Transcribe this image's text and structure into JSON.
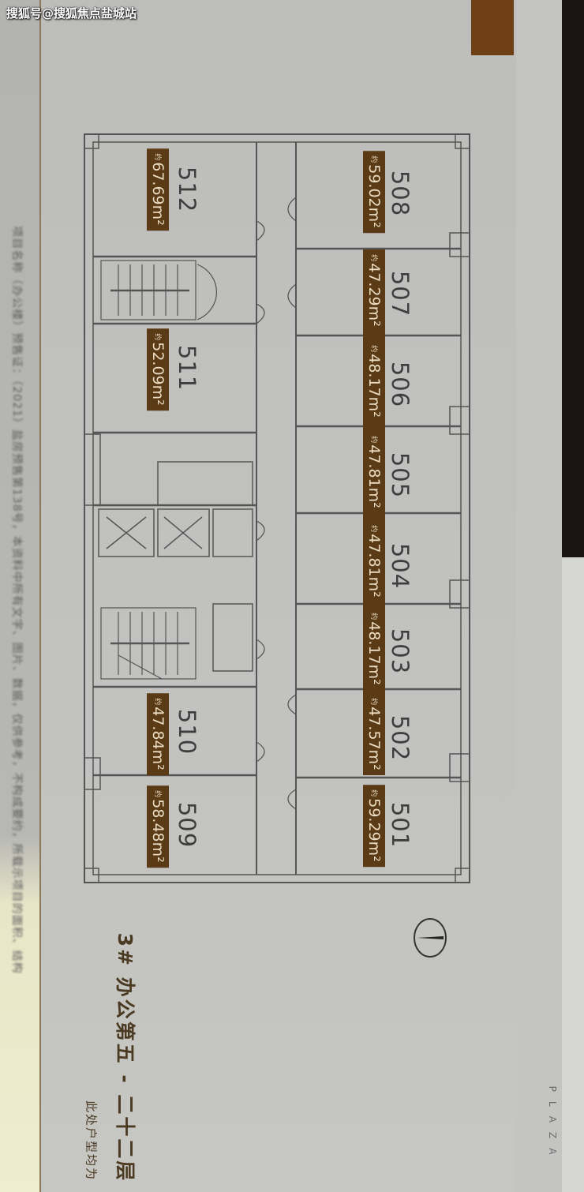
{
  "watermark": "搜狐号@搜狐焦点盐城站",
  "disclaimer": "项目名称（办公楼）预售证：（2021）盐房预售第138号，本资料中所有文字、图片、数据，仅供参考，不构成要约，所载示项目的面积、结构",
  "brand": "PLAZA",
  "floorplan": {
    "title": "3# 办公第五 - 二十二层",
    "subtitle": "此处户型均为",
    "area_prefix": "约",
    "units": [
      {
        "id": "508",
        "area": "59.02m²"
      },
      {
        "id": "507",
        "area": "47.29m²"
      },
      {
        "id": "506",
        "area": "48.17m²"
      },
      {
        "id": "505",
        "area": "47.81m²"
      },
      {
        "id": "504",
        "area": "47.81m²"
      },
      {
        "id": "503",
        "area": "48.17m²"
      },
      {
        "id": "502",
        "area": "47.57m²"
      },
      {
        "id": "501",
        "area": "59.29m²"
      },
      {
        "id": "512",
        "area": "67.69m²"
      },
      {
        "id": "511",
        "area": "52.09m²"
      },
      {
        "id": "510",
        "area": "47.84m²"
      },
      {
        "id": "509",
        "area": "58.48m²"
      }
    ]
  },
  "colors": {
    "badge": "#5b3a16",
    "tab": "#6e3f12",
    "walls": "#555555"
  },
  "compass_icon": "north-arrow-icon"
}
